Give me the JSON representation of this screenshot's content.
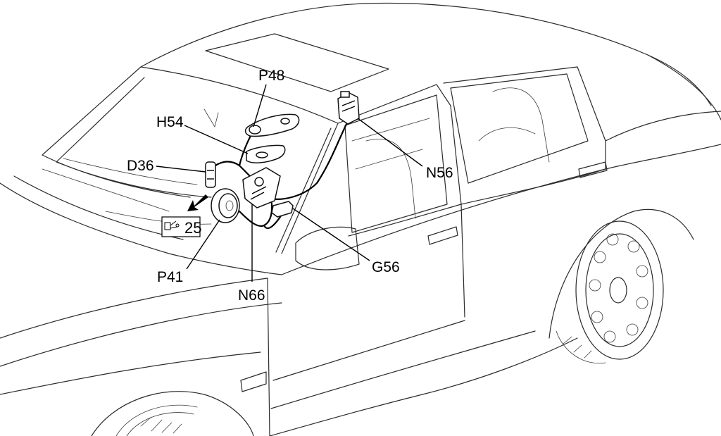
{
  "callouts": {
    "p48": "P48",
    "h54": "H54",
    "d36": "D36",
    "n56": "N56",
    "g56": "G56",
    "p41": "P41",
    "n66": "N66"
  },
  "reference": {
    "page_number": "25",
    "arrow_icon": "arrow-down-left-icon",
    "thumbnail_icon": "connector-thumbnail-icon"
  },
  "colors": {
    "line": "#2b2b2b",
    "component": "#000000",
    "background": "#ffffff"
  }
}
